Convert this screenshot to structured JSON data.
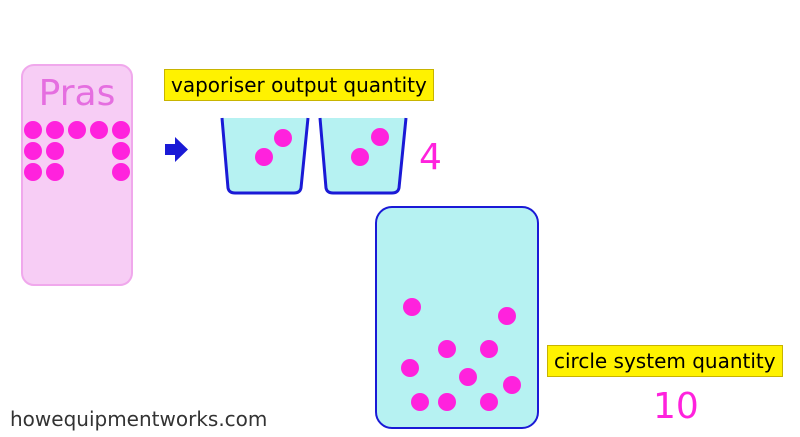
{
  "pras": {
    "title": "Pras",
    "bottle_color": "#f7cdf5",
    "bottle_border": "#f0a8ec"
  },
  "vaporiser": {
    "label": "vaporiser output quantity",
    "value": "4",
    "arrow_color": "#1a1ad6"
  },
  "circle_system": {
    "label": "circle system quantity",
    "value": "10"
  },
  "colors": {
    "dot": "#ff22dd",
    "liquid": "#b6f2f2",
    "container_outline": "#1a1ad6",
    "label_bg": "#fff200"
  },
  "footer": {
    "text": "howequipmentworks.com"
  }
}
